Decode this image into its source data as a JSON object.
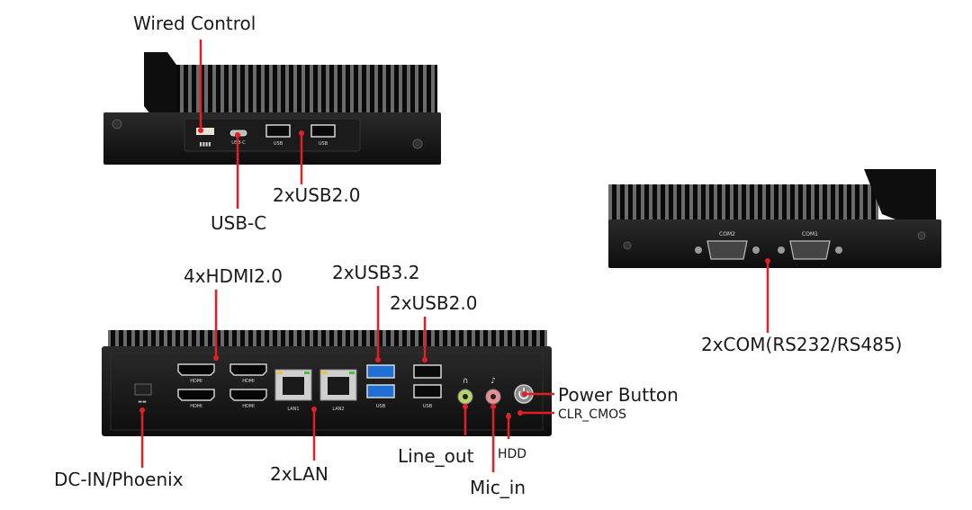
{
  "labels": {
    "wired_control": "Wired Control",
    "usb_c": "USB-C",
    "front_usb20": "2xUSB2.0",
    "com": "2xCOM(RS232/RS485)",
    "hdmi": "4xHDMI2.0",
    "usb32": "2xUSB3.2",
    "rear_usb20": "2xUSB2.0",
    "power_button": "Power Button",
    "clr_cmos": "CLR_CMOS",
    "dc_in": "DC-IN/Phoenix",
    "lan": "2xLAN",
    "line_out": "Line_out",
    "hdd": "HDD",
    "mic_in": "Mic_in"
  },
  "port_text": {
    "usb": "USB",
    "usb_c": "USB-C",
    "com1": "COM1",
    "com2": "COM2",
    "hdmi": "HDMI",
    "lan1": "LAN1",
    "lan2": "LAN2"
  },
  "colors": {
    "callout": "#e31e24",
    "chassis": "#141414",
    "fin": "#0c0c0c"
  }
}
